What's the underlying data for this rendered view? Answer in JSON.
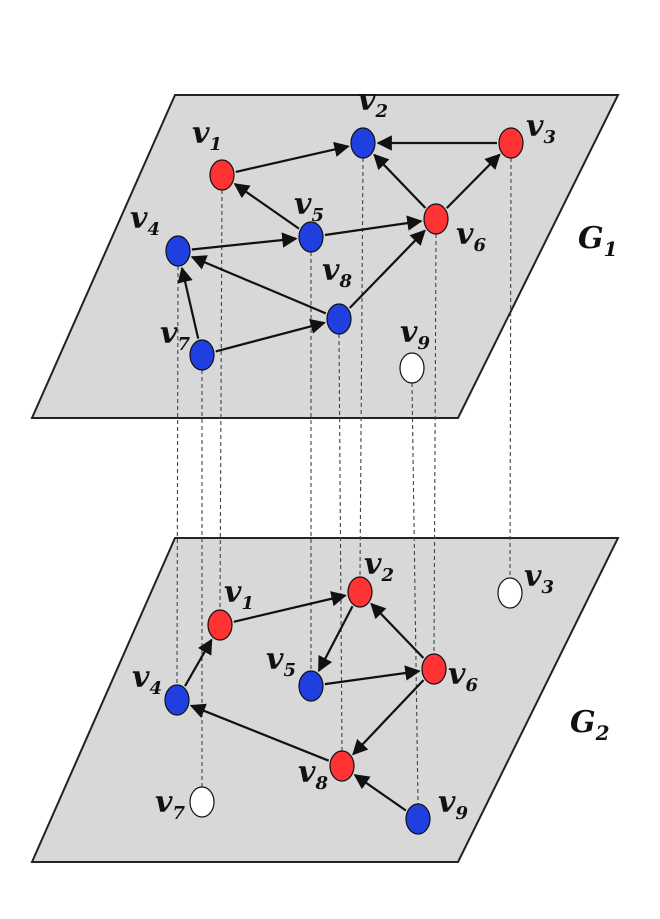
{
  "colors": {
    "red": "#ff3333",
    "blue": "#1f3fe0",
    "white": "#ffffff",
    "plane": "#d8d8d8"
  },
  "graphs": [
    {
      "id": "g1",
      "name_main": "G",
      "name_sub": "1",
      "nodes": [
        {
          "id": "v1",
          "main": "v",
          "sub": "1",
          "color": "red"
        },
        {
          "id": "v2",
          "main": "v",
          "sub": "2",
          "color": "blue"
        },
        {
          "id": "v3",
          "main": "v",
          "sub": "3",
          "color": "red"
        },
        {
          "id": "v4",
          "main": "v",
          "sub": "4",
          "color": "blue"
        },
        {
          "id": "v5",
          "main": "v",
          "sub": "5",
          "color": "blue"
        },
        {
          "id": "v6",
          "main": "v",
          "sub": "6",
          "color": "red"
        },
        {
          "id": "v7",
          "main": "v",
          "sub": "7",
          "color": "blue"
        },
        {
          "id": "v8",
          "main": "v",
          "sub": "8",
          "color": "blue"
        },
        {
          "id": "v9",
          "main": "v",
          "sub": "9",
          "color": "white"
        }
      ],
      "edges": [
        {
          "from": "v1",
          "to": "v2"
        },
        {
          "from": "v3",
          "to": "v2"
        },
        {
          "from": "v6",
          "to": "v2"
        },
        {
          "from": "v6",
          "to": "v3"
        },
        {
          "from": "v5",
          "to": "v1"
        },
        {
          "from": "v4",
          "to": "v5"
        },
        {
          "from": "v5",
          "to": "v6"
        },
        {
          "from": "v8",
          "to": "v6"
        },
        {
          "from": "v8",
          "to": "v4"
        },
        {
          "from": "v7",
          "to": "v4"
        },
        {
          "from": "v7",
          "to": "v8"
        }
      ]
    },
    {
      "id": "g2",
      "name_main": "G",
      "name_sub": "2",
      "nodes": [
        {
          "id": "v1",
          "main": "v",
          "sub": "1",
          "color": "red"
        },
        {
          "id": "v2",
          "main": "v",
          "sub": "2",
          "color": "red"
        },
        {
          "id": "v3",
          "main": "v",
          "sub": "3",
          "color": "white"
        },
        {
          "id": "v4",
          "main": "v",
          "sub": "4",
          "color": "blue"
        },
        {
          "id": "v5",
          "main": "v",
          "sub": "5",
          "color": "blue"
        },
        {
          "id": "v6",
          "main": "v",
          "sub": "6",
          "color": "red"
        },
        {
          "id": "v7",
          "main": "v",
          "sub": "7",
          "color": "white"
        },
        {
          "id": "v8",
          "main": "v",
          "sub": "8",
          "color": "red"
        },
        {
          "id": "v9",
          "main": "v",
          "sub": "9",
          "color": "blue"
        }
      ],
      "edges": [
        {
          "from": "v1",
          "to": "v2"
        },
        {
          "from": "v4",
          "to": "v1"
        },
        {
          "from": "v2",
          "to": "v5"
        },
        {
          "from": "v6",
          "to": "v2"
        },
        {
          "from": "v5",
          "to": "v6"
        },
        {
          "from": "v6",
          "to": "v8"
        },
        {
          "from": "v8",
          "to": "v4"
        },
        {
          "from": "v9",
          "to": "v8"
        }
      ]
    }
  ]
}
